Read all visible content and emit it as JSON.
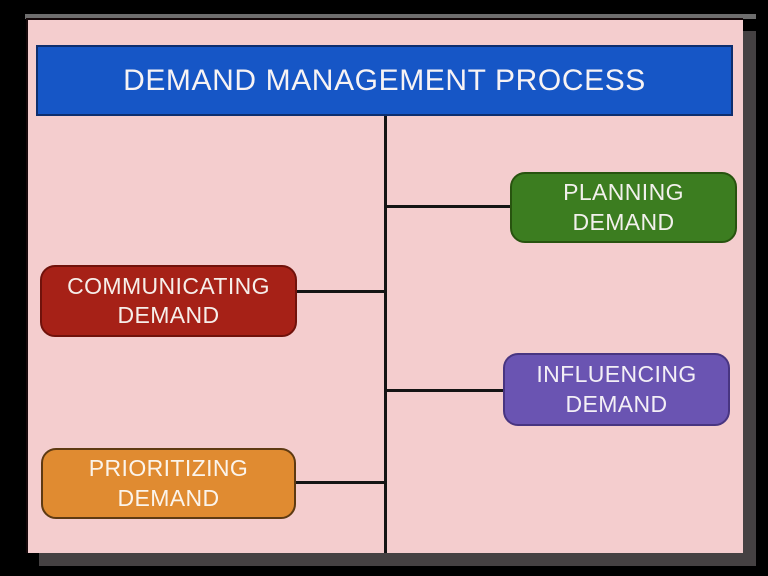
{
  "frame": {
    "outer_color": "#000000",
    "shadow_color": "#454142",
    "top_strip_color": "#6E6E6E",
    "slide_background": "#F4CDCE",
    "connector_color": "#141414"
  },
  "header": {
    "title": "DEMAND MANAGEMENT PROCESS",
    "background": "#1656C6",
    "border": "#0E2E6E",
    "text_color": "#F7F3F4"
  },
  "nodes": [
    {
      "id": "planning",
      "label": "PLANNING DEMAND",
      "fill": "#3C7D20",
      "border": "#28530F",
      "text_color": "#F2F0EC",
      "side": "right"
    },
    {
      "id": "communicating",
      "label": "COMMUNICATING DEMAND",
      "fill": "#A62117",
      "border": "#70120B",
      "text_color": "#F6EEEA",
      "side": "left"
    },
    {
      "id": "influencing",
      "label": "INFLUENCING DEMAND",
      "fill": "#6A54B2",
      "border": "#483581",
      "text_color": "#F3EFF6",
      "side": "right"
    },
    {
      "id": "prioritizing",
      "label": "PRIORITIZING DEMAND",
      "fill": "#E08B31",
      "border": "#5E3A12",
      "text_color": "#FBF4EB",
      "side": "left"
    }
  ]
}
